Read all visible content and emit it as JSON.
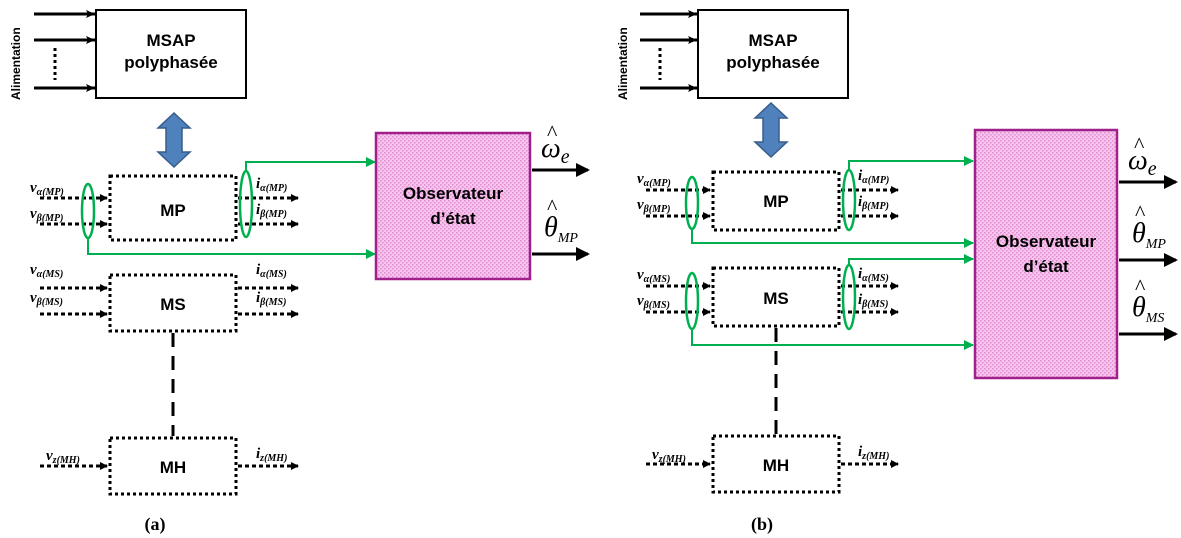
{
  "panel_a": {
    "caption": "(a)",
    "side_label": "Alimentation",
    "machine_box": [
      "MSAP",
      "polyphasée"
    ],
    "blocks": {
      "mp": "MP",
      "ms": "MS",
      "mh": "MH"
    },
    "observer": [
      "Observateur",
      "d’état"
    ],
    "inputs": {
      "mp": [
        {
          "base": "v",
          "sub": "α(MP)"
        },
        {
          "base": "v",
          "sub": "β(MP)"
        }
      ],
      "ms": [
        {
          "base": "v",
          "sub": "α(MS)"
        },
        {
          "base": "v",
          "sub": "β(MS)"
        }
      ],
      "mh": [
        {
          "base": "v",
          "sub": "z(MH)"
        }
      ]
    },
    "outputs": {
      "mp": [
        {
          "base": "i",
          "sub": "α(MP)"
        },
        {
          "base": "i",
          "sub": "β(MP)"
        }
      ],
      "ms": [
        {
          "base": "i",
          "sub": "α(MS)"
        },
        {
          "base": "i",
          "sub": "β(MS)"
        }
      ],
      "mh": [
        {
          "base": "i",
          "sub": "z(MH)"
        }
      ]
    },
    "estimates": [
      {
        "sym": "ω",
        "sub": "e"
      },
      {
        "sym": "θ",
        "sub": "MP"
      }
    ]
  },
  "panel_b": {
    "caption": "(b)",
    "side_label": "Alimentation",
    "machine_box": [
      "MSAP",
      "polyphasée"
    ],
    "blocks": {
      "mp": "MP",
      "ms": "MS",
      "mh": "MH"
    },
    "observer": [
      "Observateur",
      "d’état"
    ],
    "inputs": {
      "mp": [
        {
          "base": "v",
          "sub": "α(MP)"
        },
        {
          "base": "v",
          "sub": "β(MP)"
        }
      ],
      "ms": [
        {
          "base": "v",
          "sub": "α(MS)"
        },
        {
          "base": "v",
          "sub": "β(MS)"
        }
      ],
      "mh": [
        {
          "base": "v",
          "sub": "z(MH)"
        }
      ]
    },
    "outputs": {
      "mp": [
        {
          "base": "i",
          "sub": "α(MP)"
        },
        {
          "base": "i",
          "sub": "β(MP)"
        }
      ],
      "ms": [
        {
          "base": "i",
          "sub": "α(MS)"
        },
        {
          "base": "i",
          "sub": "β(MS)"
        }
      ],
      "mh": [
        {
          "base": "i",
          "sub": "z(MH)"
        }
      ]
    },
    "estimates": [
      {
        "sym": "ω",
        "sub": "e"
      },
      {
        "sym": "θ",
        "sub": "MP"
      },
      {
        "sym": "θ",
        "sub": "MS"
      }
    ]
  },
  "colors": {
    "signal_green": "#00b050",
    "observer_fill": "#f4b6e6",
    "observer_border": "#a0208c",
    "arrow_blue": "#4f81bd",
    "arrow_blue_border": "#385d8a",
    "line_black": "#000000"
  }
}
